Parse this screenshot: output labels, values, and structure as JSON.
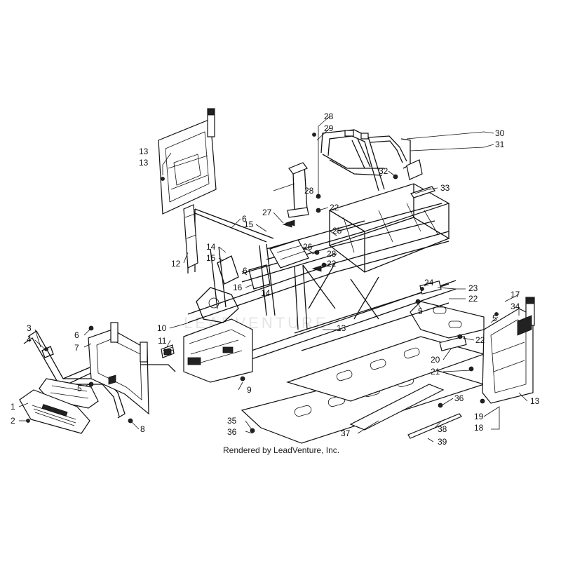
{
  "diagram": {
    "credit": "Rendered by LeadVenture, Inc.",
    "watermark": "LEADVENTURE",
    "callouts": [
      "1",
      "2",
      "3",
      "4",
      "5",
      "5",
      "5",
      "6",
      "6",
      "6",
      "7",
      "8",
      "9",
      "10",
      "11",
      "12",
      "13",
      "13",
      "13",
      "13",
      "14",
      "14",
      "15",
      "15",
      "16",
      "17",
      "17",
      "18",
      "19",
      "20",
      "21",
      "22",
      "22",
      "22",
      "22",
      "23",
      "24",
      "25",
      "26",
      "27",
      "28",
      "28",
      "28",
      "29",
      "30",
      "31",
      "32",
      "33",
      "34",
      "35",
      "36",
      "36",
      "37",
      "38",
      "39"
    ]
  }
}
